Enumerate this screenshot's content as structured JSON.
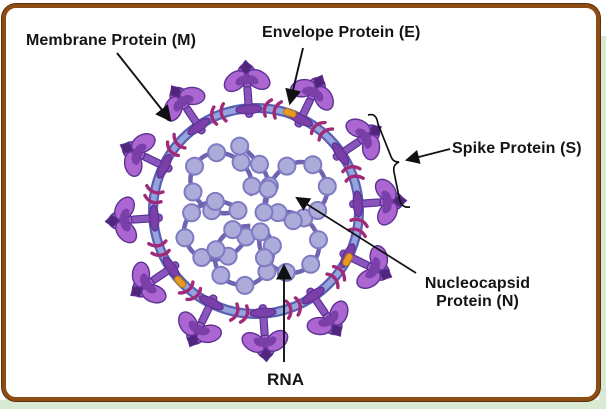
{
  "figure": {
    "labels": {
      "membrane": "Membrane Protein (M)",
      "envelope": "Envelope Protein (E)",
      "spike": "Spike Protein (S)",
      "nucleocapsid_line1": "Nucleocapsid",
      "nucleocapsid_line2": "Protein (N)",
      "rna": "RNA"
    },
    "frame": {
      "border_color": "#8c4c14",
      "border_edge_color": "#5e320c",
      "background": "#ffffff",
      "outer_strip_color": "#d8e9d4"
    },
    "colors": {
      "membrane_outer": "#5a60b2",
      "membrane_inner": "#96a4de",
      "spike_light": "#ab66d2",
      "spike_dark": "#7a3fa9",
      "spike_diamond": "#50267c",
      "spike_outline": "#5c3193",
      "stalk": "#8a56bd",
      "m_protein": "#a02a78",
      "e_protein": "#e59b24",
      "e_protein_edge": "#b5770e",
      "strand": "#6f63b2",
      "bead_fill": "#adabda",
      "bead_stroke": "#7e7bc1",
      "arrow": "#111111",
      "text": "#141414"
    }
  }
}
